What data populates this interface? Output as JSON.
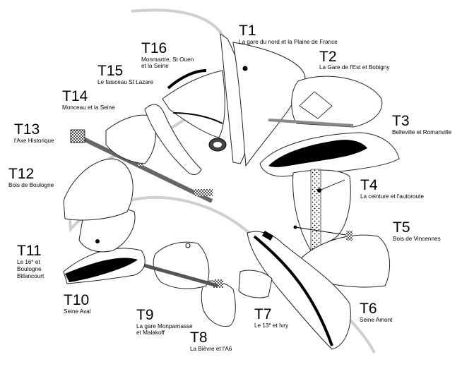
{
  "title": "Paris sectors map",
  "labels": [
    {
      "id": "T1",
      "code": "T1",
      "lines": [
        "La gare du nord et la Plaine de France"
      ]
    },
    {
      "id": "T2",
      "code": "T2",
      "lines": [
        "La Gare de l'Est et Bobigny"
      ]
    },
    {
      "id": "T3",
      "code": "T3",
      "lines": [
        "Belleville et Romanville"
      ]
    },
    {
      "id": "T4",
      "code": "T4",
      "lines": [
        "La ceinture et l'autoroute"
      ]
    },
    {
      "id": "T5",
      "code": "T5",
      "lines": [
        "Bois de Vincennes"
      ]
    },
    {
      "id": "T6",
      "code": "T6",
      "lines": [
        "Seine Amont"
      ]
    },
    {
      "id": "T7",
      "code": "T7",
      "lines": [
        "Le 13",
        "e",
        " et Ivry"
      ]
    },
    {
      "id": "T8",
      "code": "T8",
      "lines": [
        "La Bièvre et l'A6"
      ]
    },
    {
      "id": "T9",
      "code": "T9",
      "lines": [
        "La gare Monparnasse",
        "et Malakoff"
      ]
    },
    {
      "id": "T10",
      "code": "T10",
      "lines": [
        "Seine Aval"
      ]
    },
    {
      "id": "T11",
      "code": "T11",
      "lines": [
        "Le 16",
        "e",
        " et",
        "Boulogne",
        "Billancourt"
      ]
    },
    {
      "id": "T12",
      "code": "T12",
      "lines": [
        "Bois de Boulogne"
      ]
    },
    {
      "id": "T13",
      "code": "T13",
      "lines": [
        "l'Axe Historique"
      ]
    },
    {
      "id": "T14",
      "code": "T14",
      "lines": [
        "Monceau et la Seine"
      ]
    },
    {
      "id": "T15",
      "code": "T15",
      "lines": [
        "Le faisceau St Lazare"
      ]
    },
    {
      "id": "T16",
      "code": "T16",
      "lines": [
        "Monmartre, St Ouen",
        "et la Seine"
      ]
    }
  ],
  "colors": {
    "ink": "#000000",
    "river": "#cfcfcf",
    "paper": "#ffffff"
  }
}
